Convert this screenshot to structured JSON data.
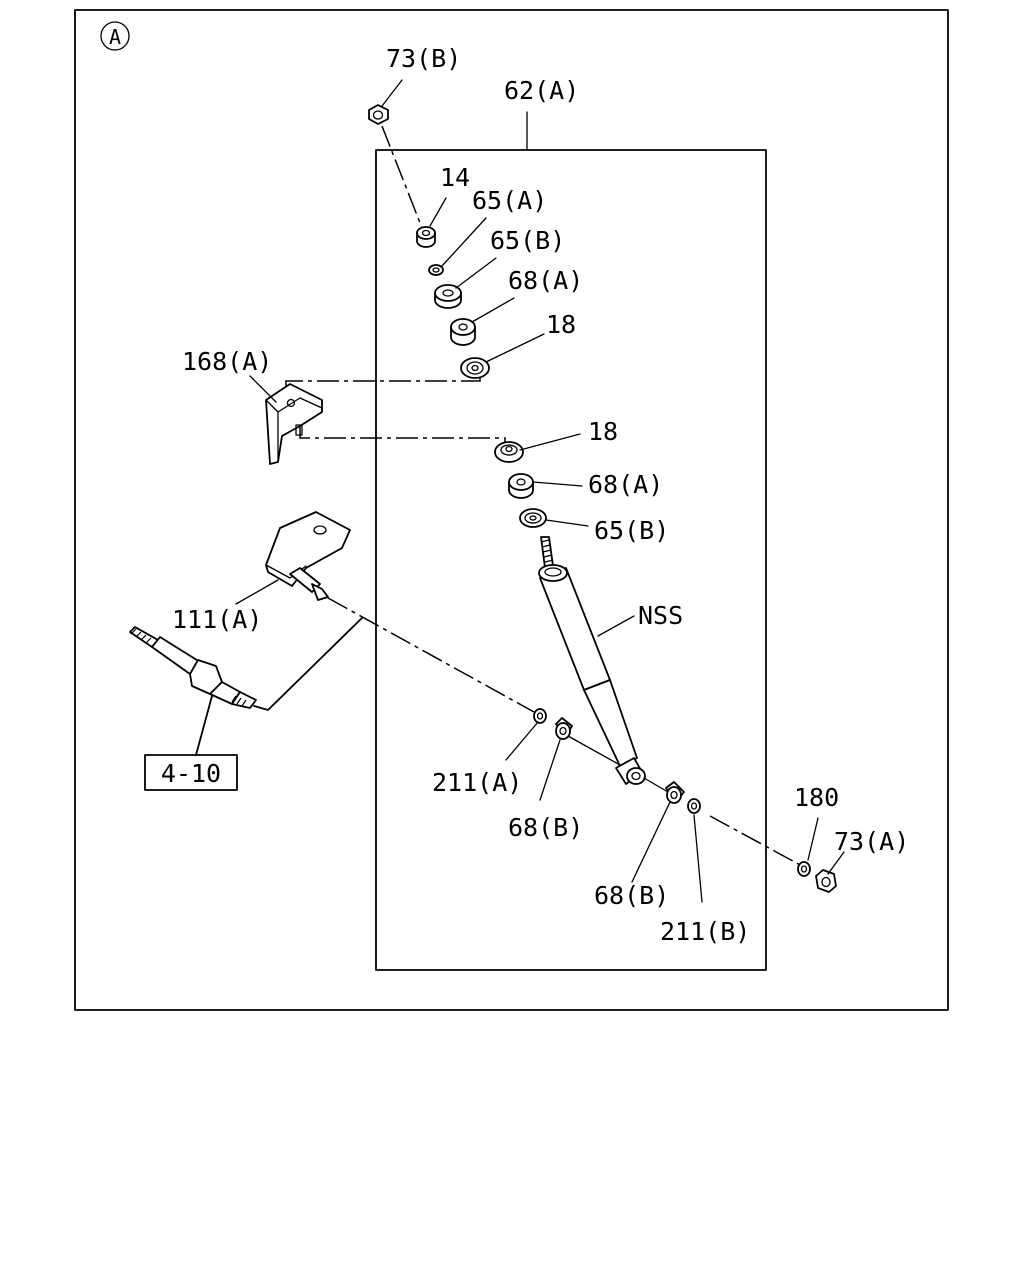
{
  "view_marker": "A",
  "parts": {
    "p73b": "73(B)",
    "p62a": "62(A)",
    "p14": "14",
    "p65a": "65(A)",
    "p65b_top": "65(B)",
    "p68a_top": "68(A)",
    "p18_top": "18",
    "p168a": "168(A)",
    "p18_mid": "18",
    "p68a_mid": "68(A)",
    "p65b_mid": "65(B)",
    "nss": "NSS",
    "p111a": "111(A)",
    "ref_box": "4-10",
    "p211a": "211(A)",
    "p68b_left": "68(B)",
    "p68b_right": "68(B)",
    "p211b": "211(B)",
    "p180": "180",
    "p73a": "73(A)"
  }
}
